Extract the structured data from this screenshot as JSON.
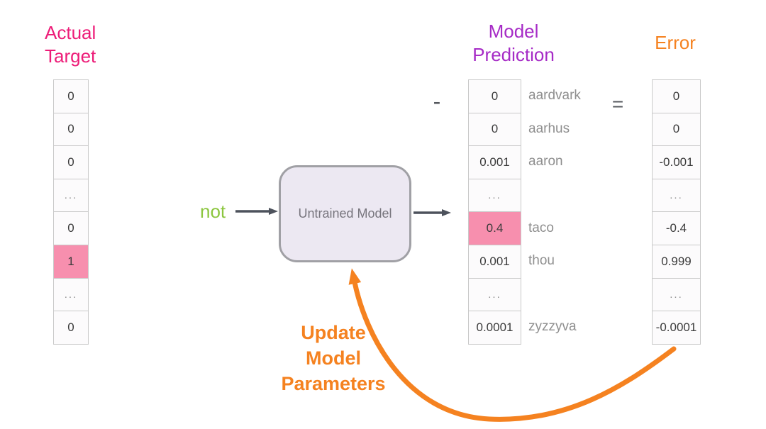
{
  "colors": {
    "actual_label": "#ed1c78",
    "prediction_label": "#a62bc6",
    "error_label": "#f58220",
    "update_text": "#f58220",
    "not_text": "#8cc63f",
    "highlight": "#f78fae",
    "arrow_dark": "#4d525c",
    "arrow_orange": "#f58220",
    "box_fill": "#ece8f2",
    "box_border": "#a0a0a5",
    "cell_border": "#c9c9c9",
    "cell_bg": "#fcfbfc",
    "cell_text": "#3b3b3b",
    "word_text": "#8f8f8f",
    "operator_text": "#55585e",
    "model_text": "#77757d"
  },
  "actual": {
    "title_line1": "Actual",
    "title_line2": "Target",
    "values": [
      "0",
      "0",
      "0",
      "...",
      "0",
      "1",
      "...",
      "0"
    ],
    "highlight_index": 5
  },
  "model": {
    "input_label": "not",
    "box_label": "Untrained Model"
  },
  "operators": {
    "minus": "-",
    "equals": "="
  },
  "prediction": {
    "title_line1": "Model",
    "title_line2": "Prediction",
    "values": [
      "0",
      "0",
      "0.001",
      "...",
      "0.4",
      "0.001",
      "...",
      "0.0001"
    ],
    "words": [
      "aardvark",
      "aarhus",
      "aaron",
      "",
      "taco",
      "thou",
      "",
      "zyzzyva"
    ],
    "highlight_index": 4
  },
  "error": {
    "title": "Error",
    "values": [
      "0",
      "0",
      "-0.001",
      "...",
      "-0.4",
      "0.999",
      "...",
      "-0.0001"
    ]
  },
  "feedback": {
    "line1": "Update",
    "line2": "Model",
    "line3": "Parameters"
  }
}
